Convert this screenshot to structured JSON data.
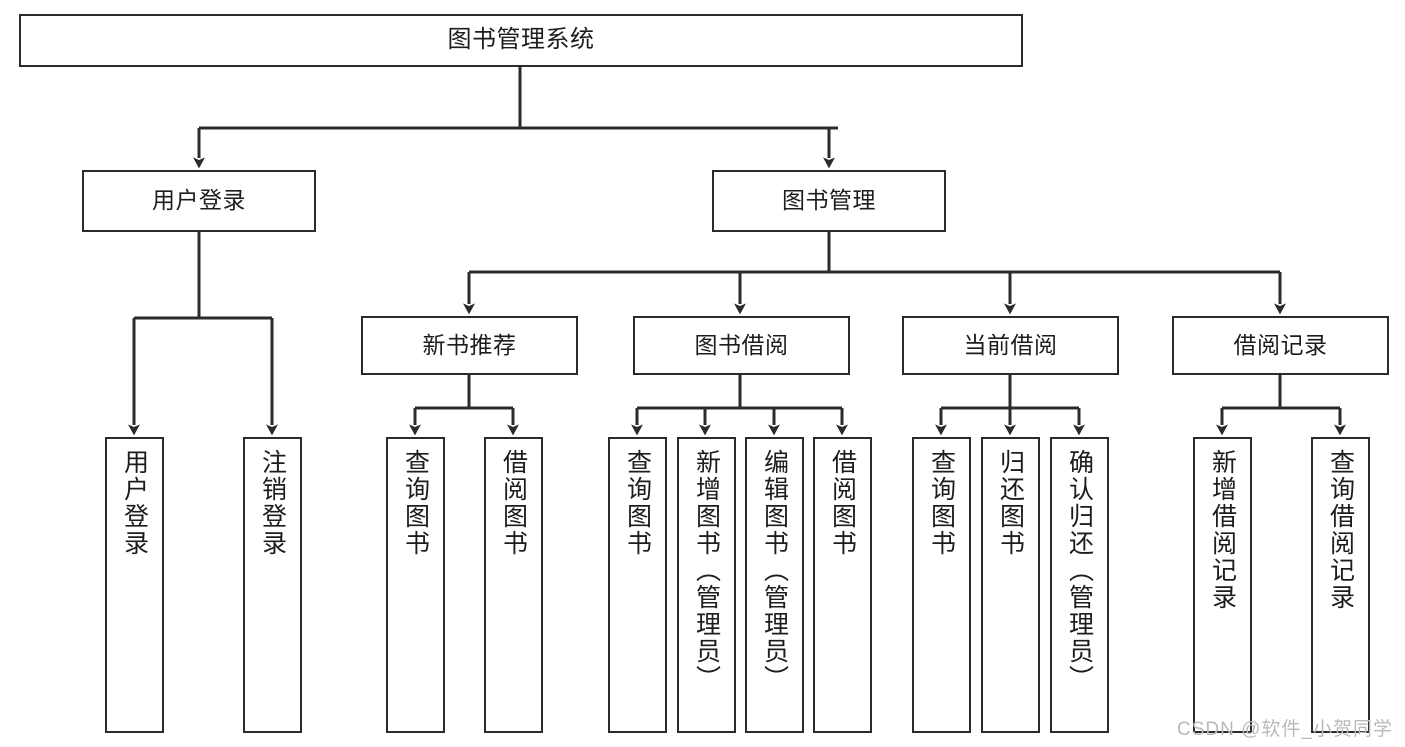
{
  "diagram": {
    "title": "图书管理系统",
    "type": "tree-hierarchy-chart",
    "levels": 4,
    "root": {
      "label": "图书管理系统"
    },
    "level2": [
      {
        "label": "用户登录"
      },
      {
        "label": "图书管理"
      }
    ],
    "level3": [
      {
        "label": "新书推荐"
      },
      {
        "label": "图书借阅"
      },
      {
        "label": "当前借阅"
      },
      {
        "label": "借阅记录"
      }
    ],
    "leaves": {
      "user_login": [
        {
          "label": "用户登录"
        },
        {
          "label": "注销登录"
        }
      ],
      "new_book_recommend": [
        {
          "label": "查询图书"
        },
        {
          "label": "借阅图书"
        }
      ],
      "book_borrow": [
        {
          "label": "查询图书"
        },
        {
          "label": "新增图书（管理员）"
        },
        {
          "label": "编辑图书（管理员）"
        },
        {
          "label": "借阅图书"
        }
      ],
      "current_borrow": [
        {
          "label": "查询图书"
        },
        {
          "label": "归还图书"
        },
        {
          "label": "确认归还（管理员）"
        }
      ],
      "borrow_record": [
        {
          "label": "新增借阅记录"
        },
        {
          "label": "查询借阅记录"
        }
      ]
    }
  },
  "watermark": {
    "text": "CSDN @软件_小贺同学"
  },
  "colors": {
    "stroke": "#2b2b2b",
    "fill": "#ffffff",
    "text": "#1d1d1d",
    "watermark": "#b9b9b9"
  }
}
